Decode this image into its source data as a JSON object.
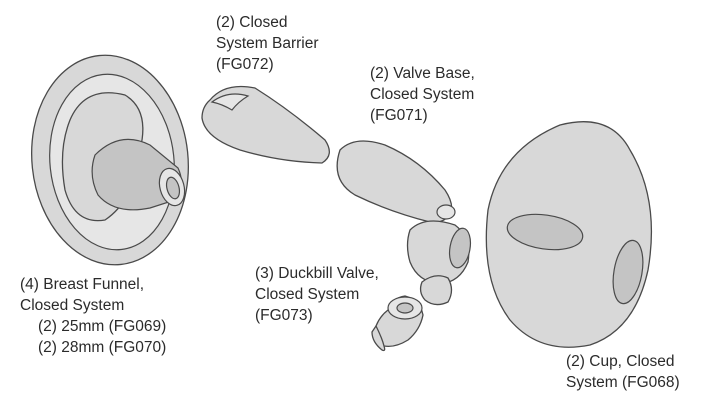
{
  "labels": {
    "barrier": {
      "line1": "(2) Closed",
      "line2": "System Barrier",
      "line3": "(FG072)"
    },
    "valve_base": {
      "line1": "(2) Valve Base,",
      "line2": "Closed System",
      "line3": "(FG071)"
    },
    "duckbill": {
      "line1": "(3) Duckbill Valve,",
      "line2": "Closed System",
      "line3": "(FG073)"
    },
    "funnel": {
      "line1": "(4) Breast Funnel,",
      "line2": "Closed System",
      "line3": "(2) 25mm (FG069)",
      "line4": "(2) 28mm (FG070)"
    },
    "cup": {
      "line1": "(2) Cup, Closed",
      "line2": "System (FG068)"
    }
  }
}
